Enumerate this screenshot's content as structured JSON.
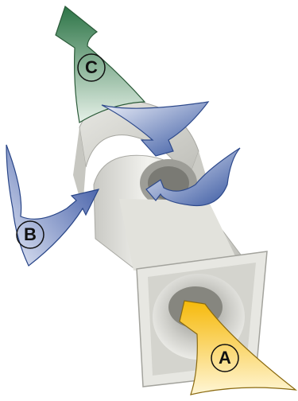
{
  "labels": {
    "a": "A",
    "b": "B",
    "c": "C"
  },
  "colors": {
    "arrow_a": "#f4c21a",
    "arrow_b": "#3f5fae",
    "arrow_c": "#2f7a4a",
    "vent_body": "#d9d9d4"
  }
}
